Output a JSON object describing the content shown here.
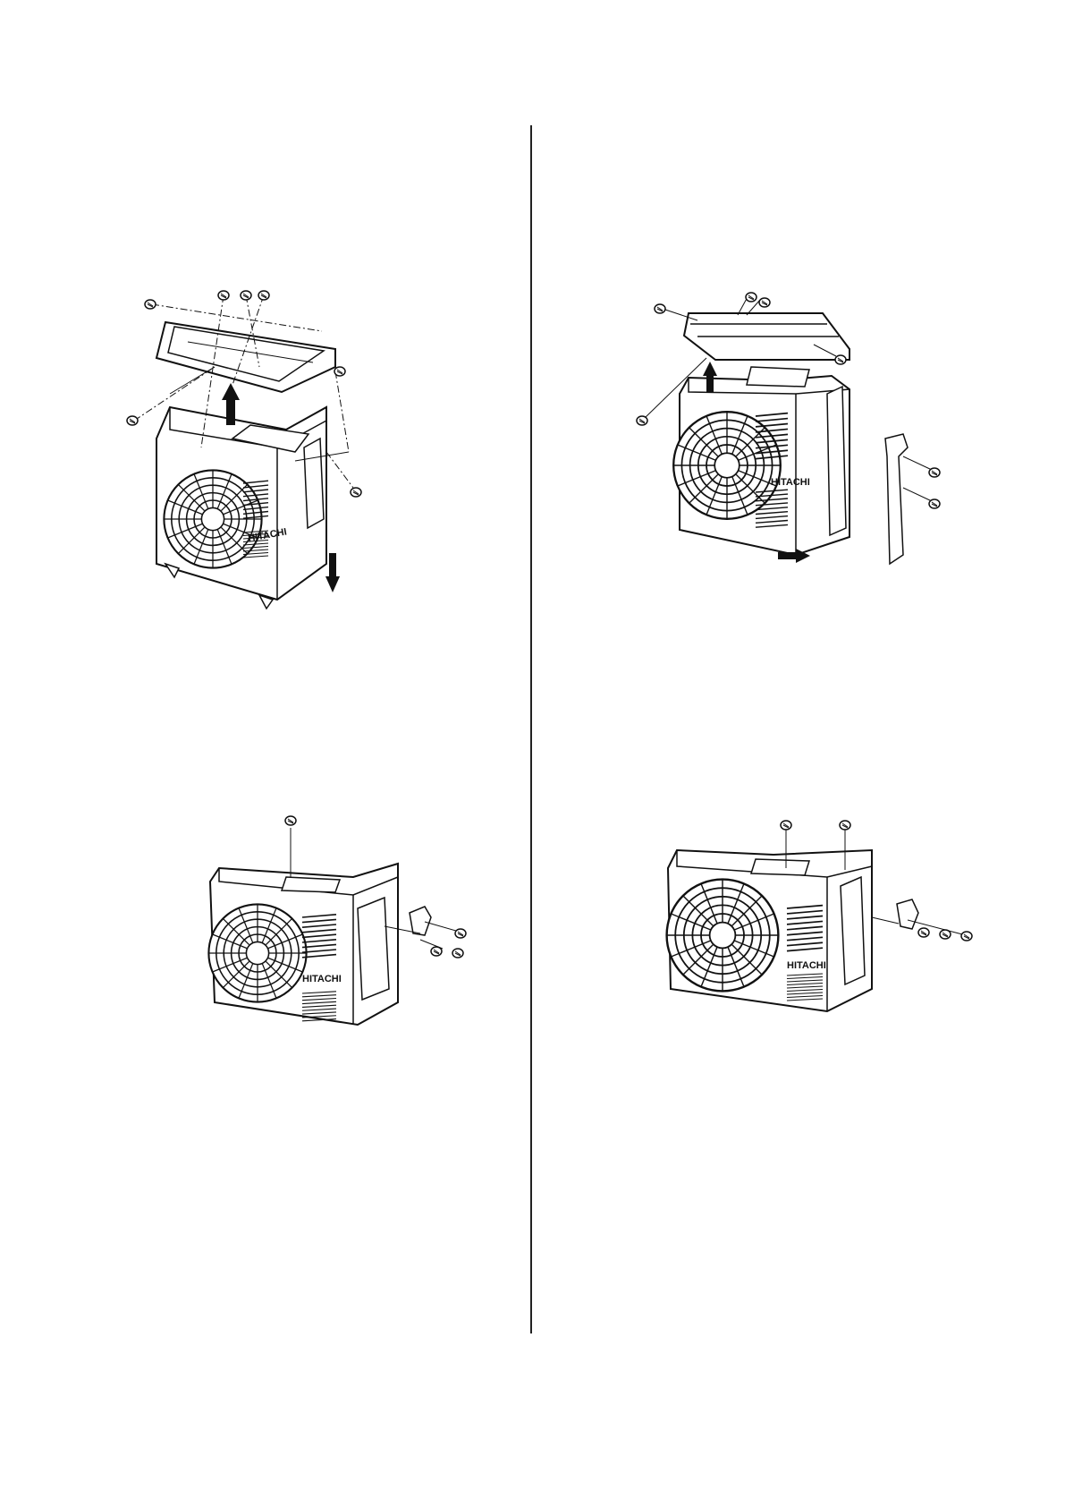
{
  "brand": "HITACHI",
  "figures": [
    {
      "id": "fig-top-left",
      "arrows": [
        "up",
        "down"
      ]
    },
    {
      "id": "fig-top-right",
      "arrows": [
        "up",
        "right"
      ]
    },
    {
      "id": "fig-bottom-left",
      "arrows": []
    },
    {
      "id": "fig-bottom-right",
      "arrows": []
    }
  ],
  "colors": {
    "line": "#111111",
    "background": "#ffffff"
  }
}
